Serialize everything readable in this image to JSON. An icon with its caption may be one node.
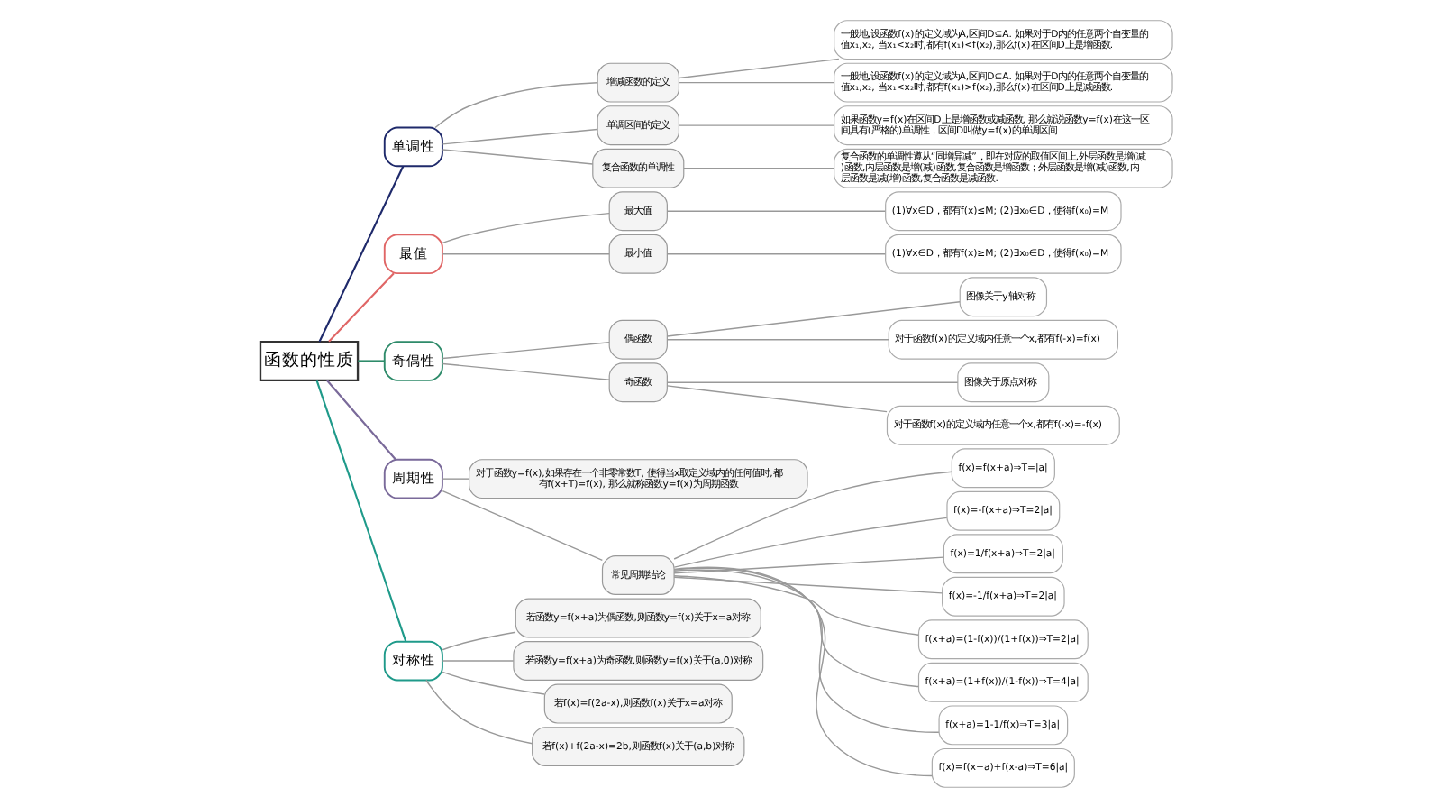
{
  "diagram": {
    "nodes": [
      {
        "text": [
          "函数的性质"
        ]
      },
      {
        "text": [
          "单调性"
        ]
      },
      {
        "text": [
          "增减函数的定义"
        ]
      },
      {
        "text": [
          "一般地,设函数f(x)的定义域为A,区间D⊆A. 如果对于D内的任意两个自变量的值x₁,x₂, 当x₁<x₂时,都有f(x₁)<f(x₂),那么f(x)在区间D上是增函数."
        ]
      },
      {
        "text": [
          "一般地,设函数f(x)的定义域为A,区间D⊆A. 如果对于D内的任意两个自变量的值x₁,x₂, 当x₁<x₂时,都有f(x₁)>f(x₂),那么f(x)在区间D上是减函数."
        ]
      },
      {
        "text": [
          "单调区间的定义"
        ]
      },
      {
        "text": [
          "如果函数y=f(x)在区间D上是增函数或减函数, 那么就说函数y=f(x)在这一区间具有(严格的)单调性，区间D叫做y=f(x)的单调区间"
        ]
      },
      {
        "text": [
          "复合函数的单调性"
        ]
      },
      {
        "text": [
          "复合函数的单调性遵从“同增异减”，即在对应的取值区间上,外层函数是增(减)函数,内层函数是增(减)函数,复合函数是增函数；外层函数是增(减)函数,内层函数是减(增)函数,复合函数是减函数."
        ]
      },
      {
        "text": [
          "最值"
        ]
      },
      {
        "text": [
          "最大值"
        ]
      },
      {
        "text": [
          "(1)∀x∈D，都有f(x)≤M; (2)∃x₀∈D，使得f(x₀)=M"
        ]
      },
      {
        "text": [
          "最小值"
        ]
      },
      {
        "text": [
          "(1)∀x∈D，都有f(x)≥M; (2)∃x₀∈D，使得f(x₀)=M"
        ]
      },
      {
        "text": [
          "奇偶性"
        ]
      },
      {
        "text": [
          "偶函数"
        ]
      },
      {
        "text": [
          "图像关于y轴对称"
        ]
      },
      {
        "text": [
          "对于函数f(x)的定义域内任意一个x,都有f(-x)=f(x)"
        ]
      },
      {
        "text": [
          "奇函数"
        ]
      },
      {
        "text": [
          "图像关于原点对称"
        ]
      },
      {
        "text": [
          "对于函数f(x)的定义域内任意一个x,都有f(-x)=-f(x)"
        ]
      },
      {
        "text": [
          "周期性"
        ]
      },
      {
        "text": [
          "对于函数y=f(x),如果存在一个非零常数T, 使得当x取定义域内的任何值时,都有f(x+T)=f(x), 那么就称函数y=f(x)为周期函数"
        ]
      },
      {
        "text": [
          "常见周期结论"
        ]
      },
      {
        "text": [
          "f(x)=f(x+a)⇒T=|a|"
        ]
      },
      {
        "text": [
          "f(x)=-f(x+a)⇒T=2|a|"
        ]
      },
      {
        "text": [
          "f(x)=1/f(x+a)⇒T=2|a|"
        ]
      },
      {
        "text": [
          "f(x)=-1/f(x+a)⇒T=2|a|"
        ]
      },
      {
        "text": [
          "f(x+a)=(1-f(x))/(1+f(x))⇒T=2|a|"
        ]
      },
      {
        "text": [
          "f(x+a)=(1+f(x))/(1-f(x))⇒T=4|a|"
        ]
      },
      {
        "text": [
          "f(x+a)=1-1/f(x)⇒T=3|a|"
        ]
      },
      {
        "text": [
          "f(x)=f(x+a)+f(x-a)⇒T=6|a|"
        ]
      },
      {
        "text": [
          "对称性"
        ]
      },
      {
        "text": [
          "若函数y=f(x+a)为偶函数,则函数y=f(x)关于x=a对称"
        ]
      },
      {
        "text": [
          "若函数y=f(x+a)为奇函数,则函数y=f(x)关于(a,0)对称"
        ]
      },
      {
        "text": [
          "若f(x)=f(2a-x),则函数f(x)关于x=a对称"
        ]
      },
      {
        "text": [
          "若f(x)+f(2a-x)=2b,则函数f(x)关于(a,b)对称"
        ]
      }
    ],
    "edges": [
      {
        "from": 0,
        "to": 1,
        "arrow": "none",
        "color": "#1f2a6b"
      },
      {
        "from": 1,
        "to": 2,
        "arrow": "none"
      },
      {
        "from": 2,
        "to": 3,
        "arrow": "none"
      },
      {
        "from": 2,
        "to": 4,
        "arrow": "none"
      },
      {
        "from": 1,
        "to": 5,
        "arrow": "none"
      },
      {
        "from": 5,
        "to": 6,
        "arrow": "none"
      },
      {
        "from": 1,
        "to": 7,
        "arrow": "none"
      },
      {
        "from": 7,
        "to": 8,
        "arrow": "none"
      },
      {
        "from": 0,
        "to": 9,
        "arrow": "none",
        "color": "#e06666"
      },
      {
        "from": 9,
        "to": 10,
        "arrow": "none"
      },
      {
        "from": 10,
        "to": 11,
        "arrow": "none"
      },
      {
        "from": 9,
        "to": 12,
        "arrow": "none"
      },
      {
        "from": 12,
        "to": 13,
        "arrow": "none"
      },
      {
        "from": 0,
        "to": 14,
        "arrow": "none",
        "color": "#2e8b6a"
      },
      {
        "from": 14,
        "to": 15,
        "arrow": "none"
      },
      {
        "from": 15,
        "to": 16,
        "arrow": "none"
      },
      {
        "from": 15,
        "to": 17,
        "arrow": "none"
      },
      {
        "from": 14,
        "to": 18,
        "arrow": "none"
      },
      {
        "from": 18,
        "to": 19,
        "arrow": "none"
      },
      {
        "from": 18,
        "to": 20,
        "arrow": "none"
      },
      {
        "from": 0,
        "to": 21,
        "arrow": "none",
        "color": "#7a6a9a"
      },
      {
        "from": 21,
        "to": 22,
        "arrow": "none"
      },
      {
        "from": 21,
        "to": 23,
        "arrow": "none"
      },
      {
        "from": 23,
        "to": 24,
        "arrow": "none"
      },
      {
        "from": 23,
        "to": 25,
        "arrow": "none"
      },
      {
        "from": 23,
        "to": 26,
        "arrow": "none"
      },
      {
        "from": 23,
        "to": 27,
        "arrow": "none"
      },
      {
        "from": 23,
        "to": 28,
        "arrow": "none"
      },
      {
        "from": 23,
        "to": 29,
        "arrow": "none"
      },
      {
        "from": 23,
        "to": 30,
        "arrow": "none"
      },
      {
        "from": 23,
        "to": 31,
        "arrow": "none"
      },
      {
        "from": 0,
        "to": 32,
        "arrow": "none",
        "color": "#1f9a8a"
      },
      {
        "from": 32,
        "to": 33,
        "arrow": "none"
      },
      {
        "from": 32,
        "to": 34,
        "arrow": "none"
      },
      {
        "from": 32,
        "to": 35,
        "arrow": "none"
      },
      {
        "from": 32,
        "to": 36,
        "arrow": "none"
      }
    ]
  }
}
